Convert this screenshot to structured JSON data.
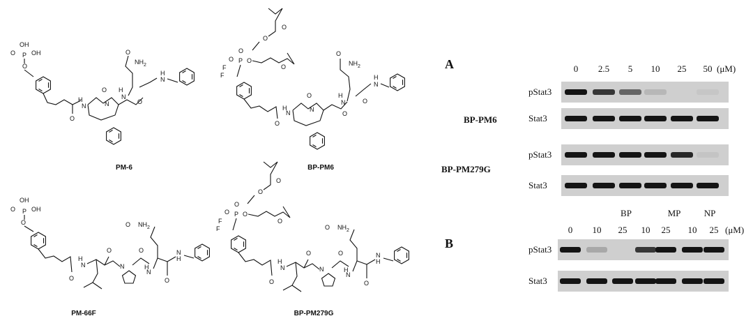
{
  "compounds": [
    {
      "id": "pm6",
      "label": "PM-6"
    },
    {
      "id": "bppm6",
      "label": "BP-PM6"
    },
    {
      "id": "pm66f",
      "label": "PM-66F"
    },
    {
      "id": "bppm279g",
      "label": "BP-PM279G"
    }
  ],
  "atom_labels": {
    "oh": "OH",
    "o": "O",
    "p": "P",
    "f": "F",
    "nh2": "NH",
    "nh2_sub": "2",
    "n": "N",
    "h": "H"
  },
  "panel_a": {
    "letter": "A",
    "concentrations": [
      "0",
      "2.5",
      "5",
      "10",
      "25",
      "50"
    ],
    "unit": "(μM)",
    "groups": [
      {
        "name": "BP-PM6",
        "rows": [
          {
            "label": "pStat3",
            "intensity": [
              1.0,
              0.9,
              0.75,
              0.35,
              0.0,
              0.15
            ]
          },
          {
            "label": "Stat3",
            "intensity": [
              1.0,
              1.0,
              1.0,
              1.0,
              1.0,
              1.0
            ]
          }
        ]
      },
      {
        "name": "BP-PM279G",
        "rows": [
          {
            "label": "pStat3",
            "intensity": [
              1.0,
              1.0,
              1.0,
              1.0,
              0.95,
              0.2
            ]
          },
          {
            "label": "Stat3",
            "intensity": [
              1.0,
              1.0,
              1.0,
              1.0,
              1.0,
              1.0
            ]
          }
        ]
      }
    ]
  },
  "panel_b": {
    "letter": "B",
    "groups": [
      "BP",
      "MP",
      "NP"
    ],
    "concentrations": [
      "0",
      "10",
      "25",
      "10",
      "25",
      "10",
      "25"
    ],
    "unit": "(μM)",
    "rows": [
      {
        "label": "pStat3",
        "intensity": [
          1.0,
          0.45,
          0.0,
          0.9,
          1.0,
          1.0,
          1.0
        ]
      },
      {
        "label": "Stat3",
        "intensity": [
          1.0,
          1.0,
          1.0,
          1.0,
          1.0,
          1.0,
          1.0
        ]
      }
    ]
  }
}
